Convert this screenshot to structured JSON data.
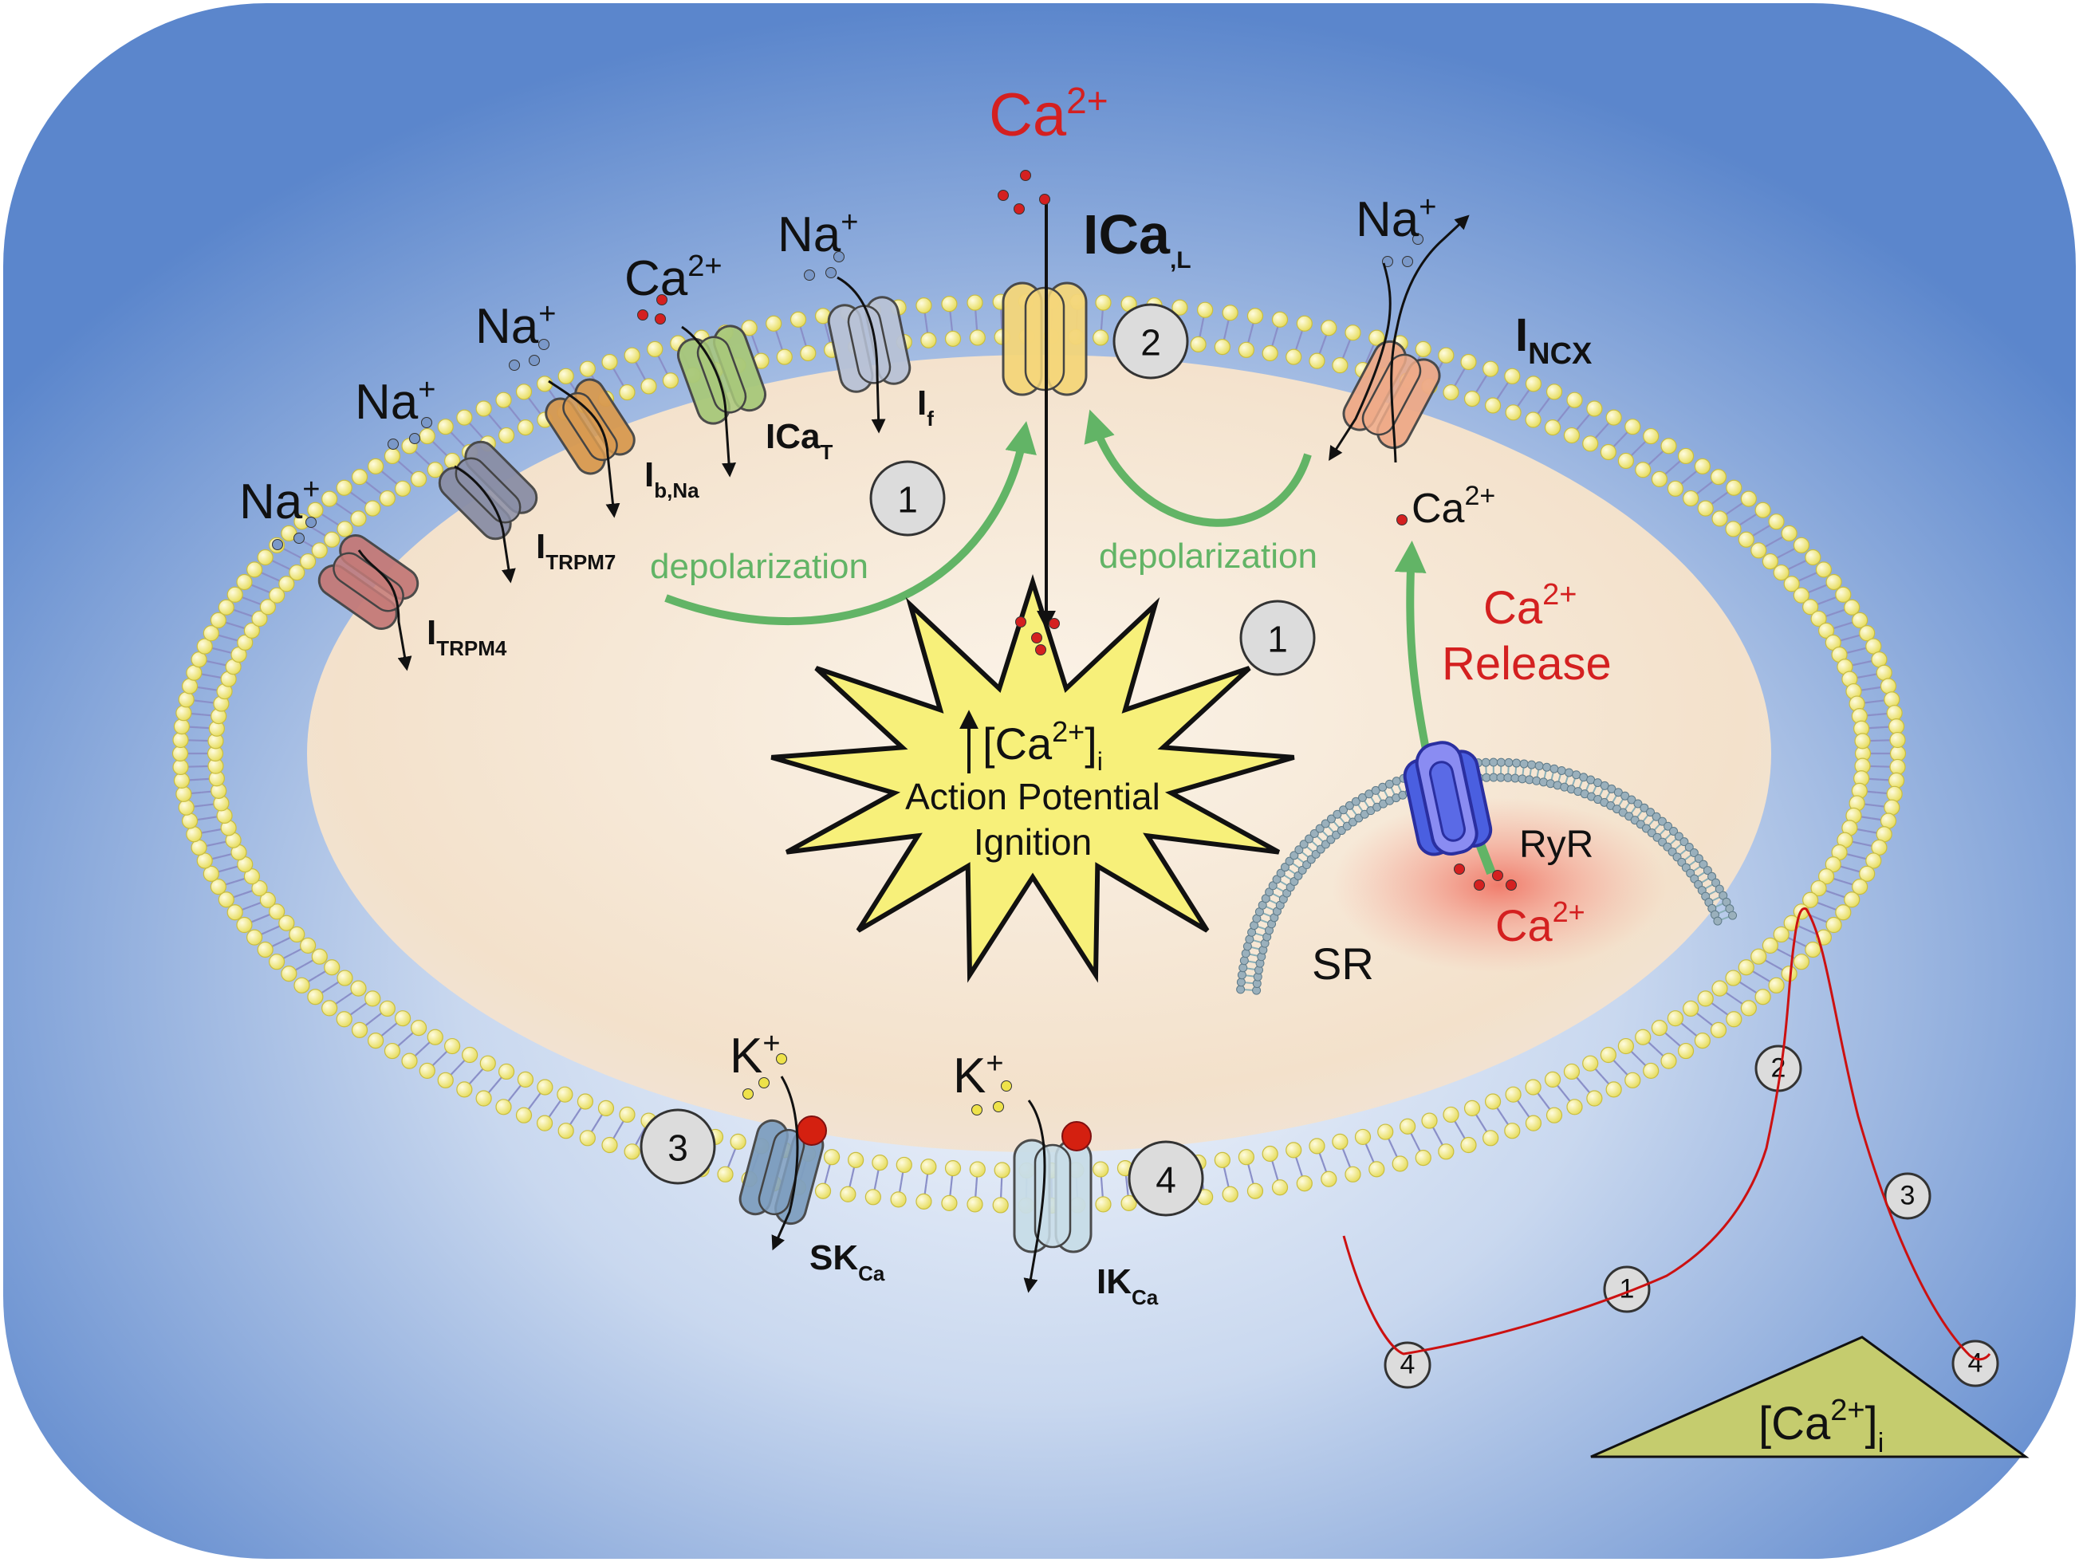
{
  "colors": {
    "background_outer": "#5b86cc",
    "background_inner": "#e8eef8",
    "cytoplasm": "#f3e3cf",
    "lipid_head": "#f1e98a",
    "lipid_tail": "#8a8fc8",
    "calcium_red": "#d42020",
    "arrow_green": "#62b466",
    "star_yellow": "#f7f07a",
    "trace_red": "#cc1111",
    "triangle_olive": "#c5cc6e",
    "sodium_blue": "#7a98c8",
    "potassium_yellow": "#eee24a"
  },
  "ions": {
    "na": "Na",
    "na_charge": "+",
    "ca": "Ca",
    "ca_charge": "2+",
    "k": "K",
    "k_charge": "+"
  },
  "channels": {
    "itrpm4": {
      "main": "I",
      "sub": "TRPM4",
      "color": "#c47a78"
    },
    "itrpm7": {
      "main": "I",
      "sub": "TRPM7",
      "color": "#8a8ea6"
    },
    "ibna": {
      "main": "I",
      "sub": "b,Na",
      "color": "#d89a50"
    },
    "icat": {
      "main": "ICa",
      "sub": "T",
      "color": "#a8c87a"
    },
    "if": {
      "main": "I",
      "sub": "f",
      "color": "#b8c2d6"
    },
    "ical": {
      "main": "ICa",
      "sub": ",L",
      "color": "#f4d67a"
    },
    "incx": {
      "main": "I",
      "sub": "NCX",
      "color": "#eeaa88"
    },
    "skca": {
      "main": "SK",
      "sub": "Ca",
      "color": "#7f9fc0"
    },
    "ikca": {
      "main": "IK",
      "sub": "Ca",
      "color": "#c8dde8"
    }
  },
  "labels": {
    "depolarization_left": "depolarization",
    "depolarization_right": "depolarization",
    "ca_release_line1": "Ca",
    "ca_release_charge": "2+",
    "ca_release_line2": "Release",
    "ryr": "RyR",
    "sr": "SR",
    "star_line1_open": "[Ca",
    "star_line1_charge": "2+",
    "star_line1_close": "]",
    "star_line1_sub": "i",
    "star_line2": "Action Potential",
    "star_line3": "Ignition",
    "triangle_open": "[Ca",
    "triangle_charge": "2+",
    "triangle_close": "]",
    "triangle_sub": "i"
  },
  "phase_markers": {
    "m1a": "1",
    "m1b": "1",
    "m2": "2",
    "m3": "3",
    "m4": "4",
    "trace_1": "1",
    "trace_2": "2",
    "trace_3": "3",
    "trace_4_left": "4",
    "trace_4_right": "4"
  }
}
